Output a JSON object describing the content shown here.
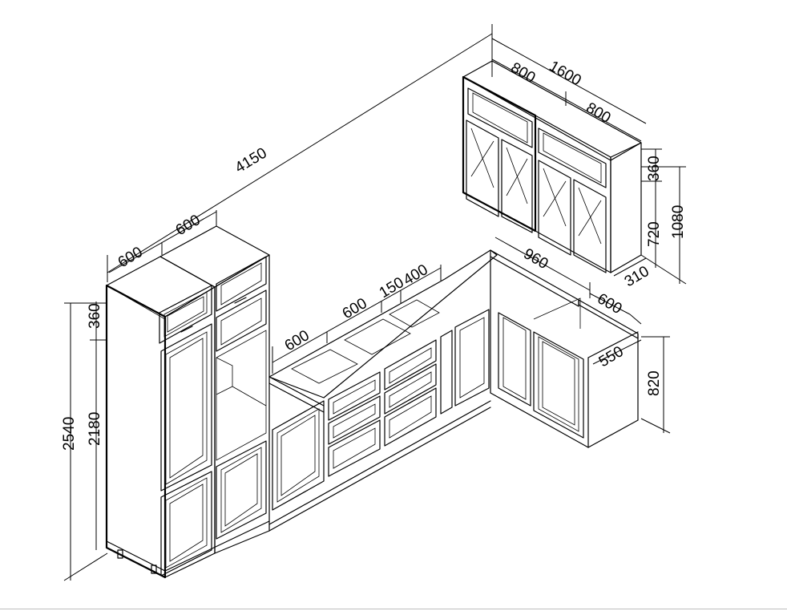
{
  "dimensions": {
    "total_length": "4150",
    "tall_width_1": "600",
    "tall_width_2": "600",
    "top_height": "360",
    "tall_body_height": "2180",
    "total_height": "2540",
    "base_1": "600",
    "base_2": "600",
    "base_3": "150",
    "base_4": "400",
    "corner_length": "960",
    "corner_end": "600",
    "corner_depth": "550",
    "base_height": "820",
    "wall_total": "1600",
    "wall_left": "800",
    "wall_right": "800",
    "wall_top_height": "360",
    "wall_body_height": "720",
    "wall_total_height": "1080",
    "wall_depth": "310"
  }
}
